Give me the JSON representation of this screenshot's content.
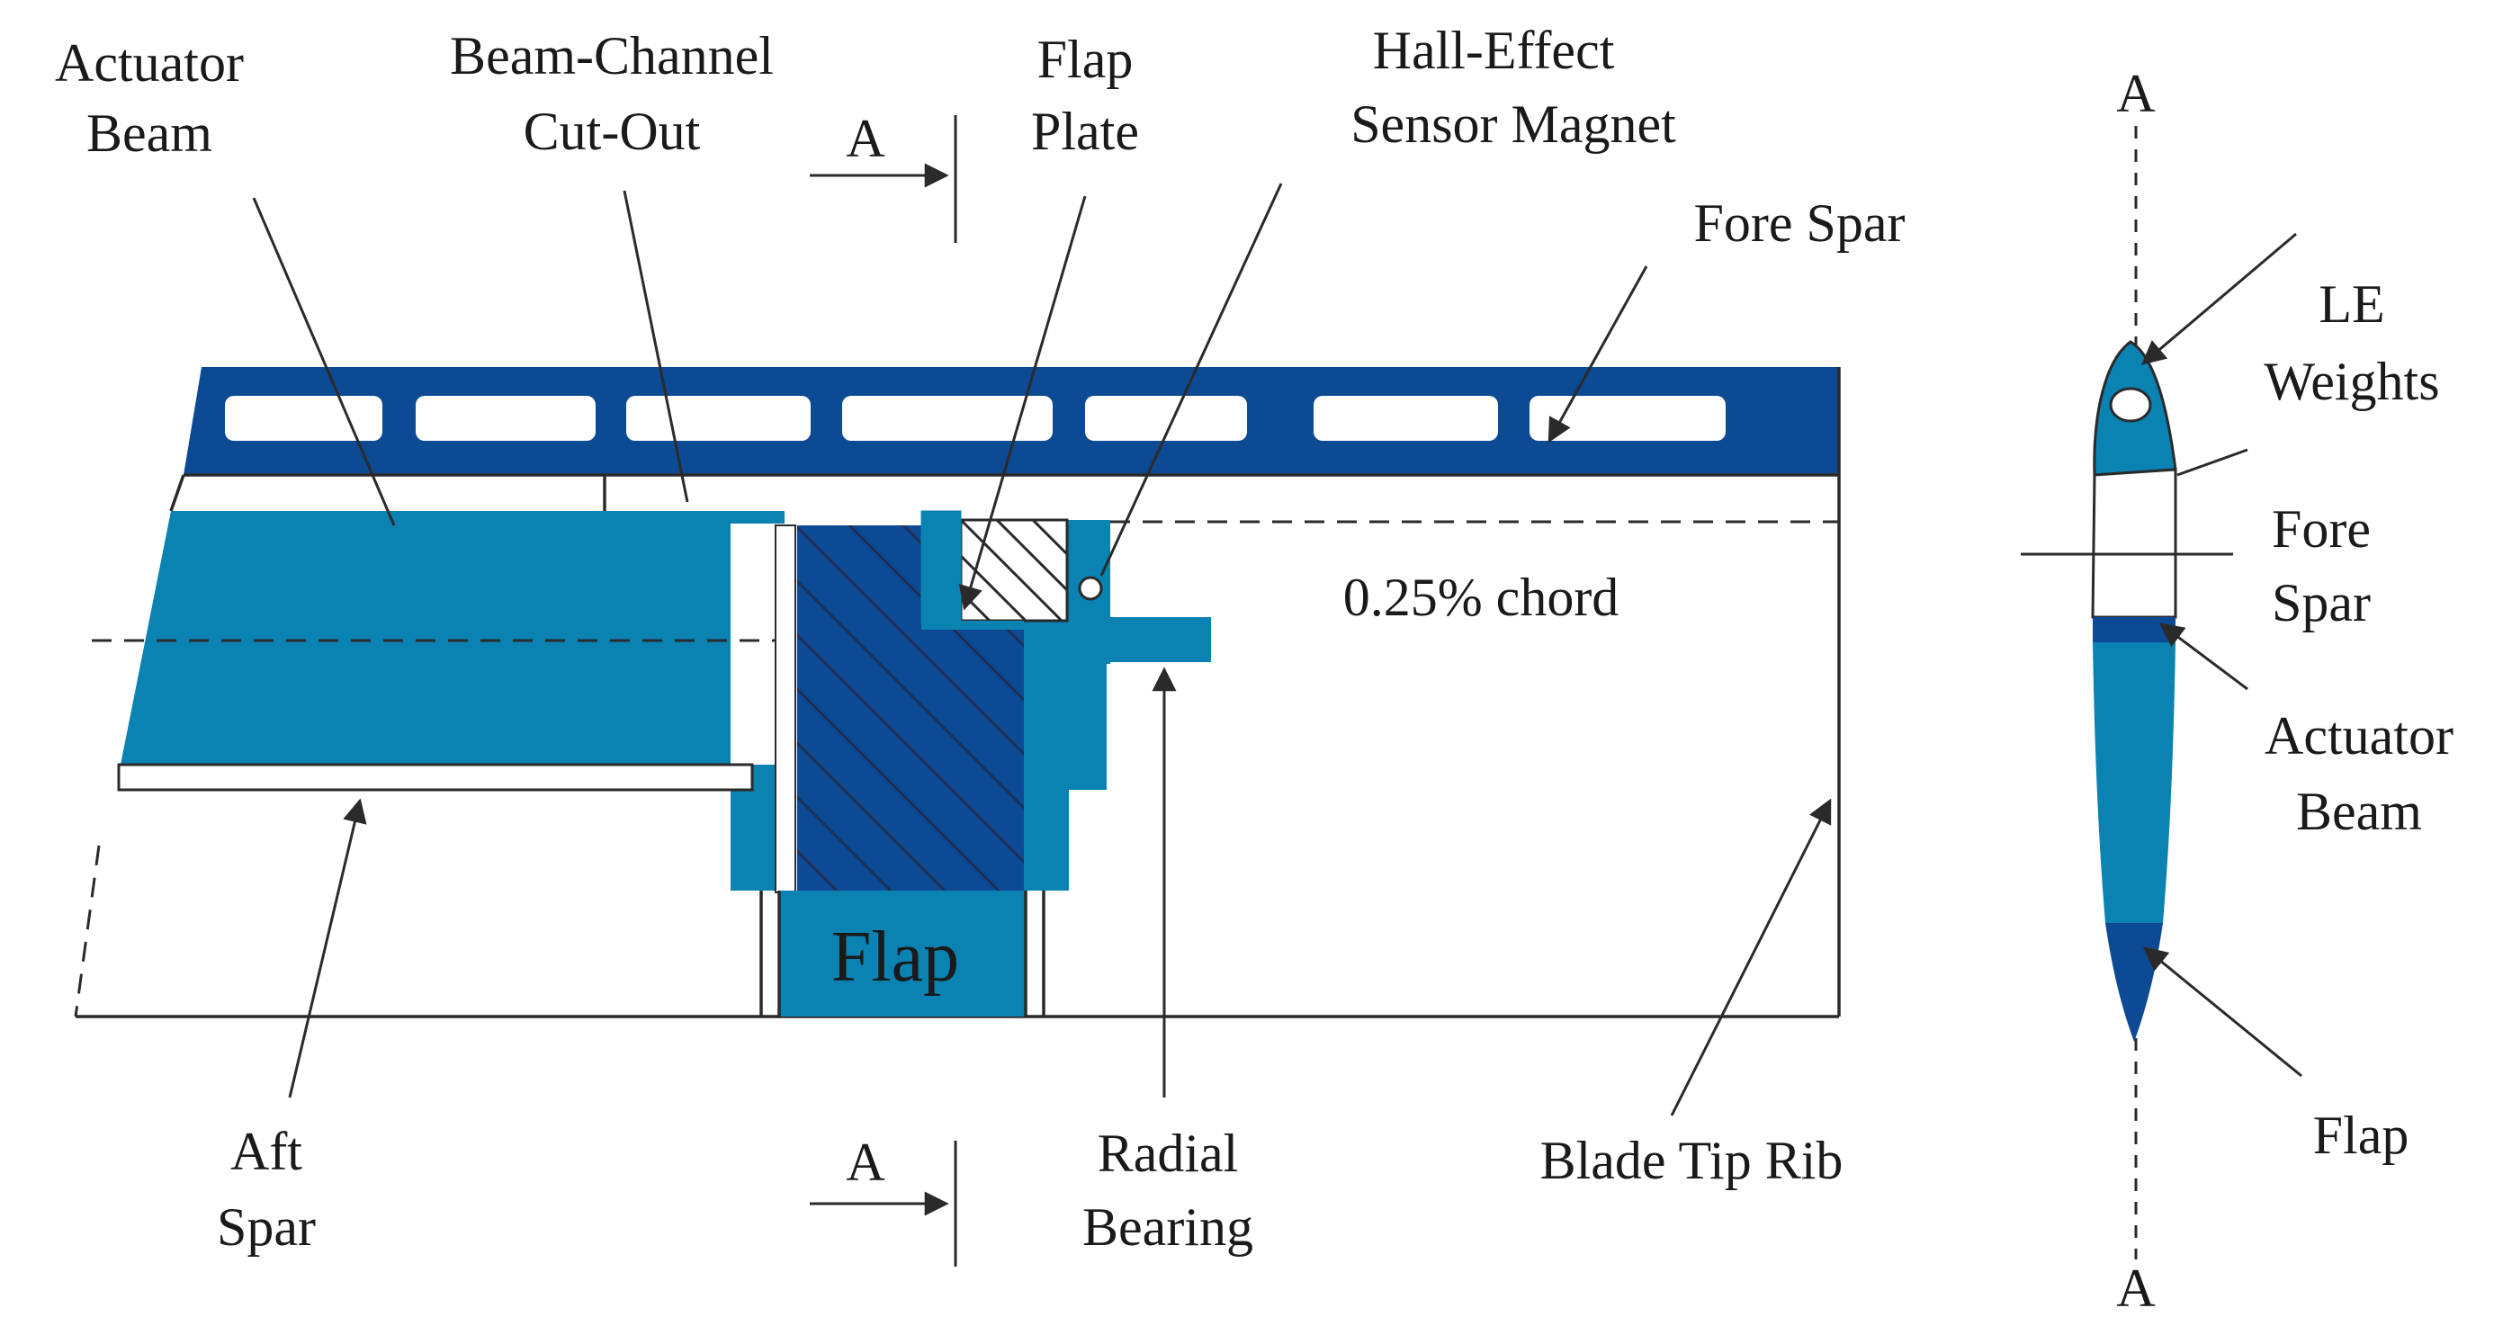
{
  "labels": {
    "actuator_beam_top": [
      "Actuator",
      "Beam"
    ],
    "beam_channel_cutout": [
      "Beam-Channel",
      "Cut-Out"
    ],
    "section_marker_top": "A",
    "flap_plate": [
      "Flap",
      "Plate"
    ],
    "hall_effect_magnet": [
      "Hall-Effect",
      "Sensor Magnet"
    ],
    "fore_spar_top": "Fore Spar",
    "chord_note": "0.25% chord",
    "flap_center": "Flap",
    "aft_spar": [
      "Aft",
      "Spar"
    ],
    "section_marker_bottom": "A",
    "radial_bearing": [
      "Radial",
      "Bearing"
    ],
    "blade_tip_rib": "Blade Tip Rib",
    "section_top_A": "A",
    "le_weights": [
      "LE",
      "Weights"
    ],
    "fore_spar_right": [
      "Fore",
      "Spar"
    ],
    "actuator_beam_right": [
      "Actuator",
      "Beam"
    ],
    "flap_right": "Flap",
    "section_bottom_A": "A"
  },
  "colors": {
    "dark_blue": "#0d4a94",
    "medium_blue": "#0a82b2",
    "white": "#ffffff",
    "line": "#2a2a2a"
  }
}
